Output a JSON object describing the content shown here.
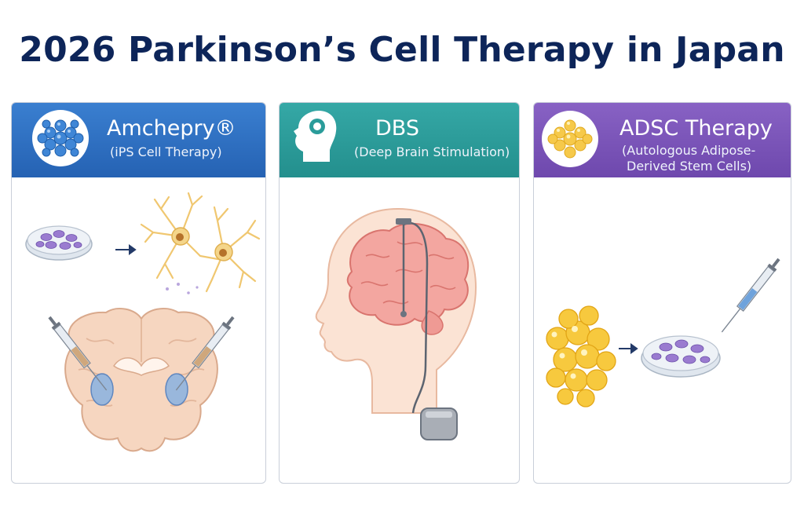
{
  "title": "2026 Parkinson’s Cell Therapy in Japan",
  "panels": [
    {
      "title": "Amchepry®",
      "subtitle": "(iPS Cell Therapy)",
      "header_color": "#2d6fc2",
      "icon": "ips-cell-cluster-icon"
    },
    {
      "title": "DBS",
      "subtitle": "(Deep Brain Stimulation)",
      "header_color": "#2a9c9a",
      "icon": "head-profile-icon"
    },
    {
      "title": "ADSC Therapy",
      "subtitle_line1": "(Autologous Adipose-",
      "subtitle_line2": "Derived Stem Cells)",
      "header_color": "#7b55b8",
      "icon": "fat-cell-cluster-icon"
    }
  ]
}
